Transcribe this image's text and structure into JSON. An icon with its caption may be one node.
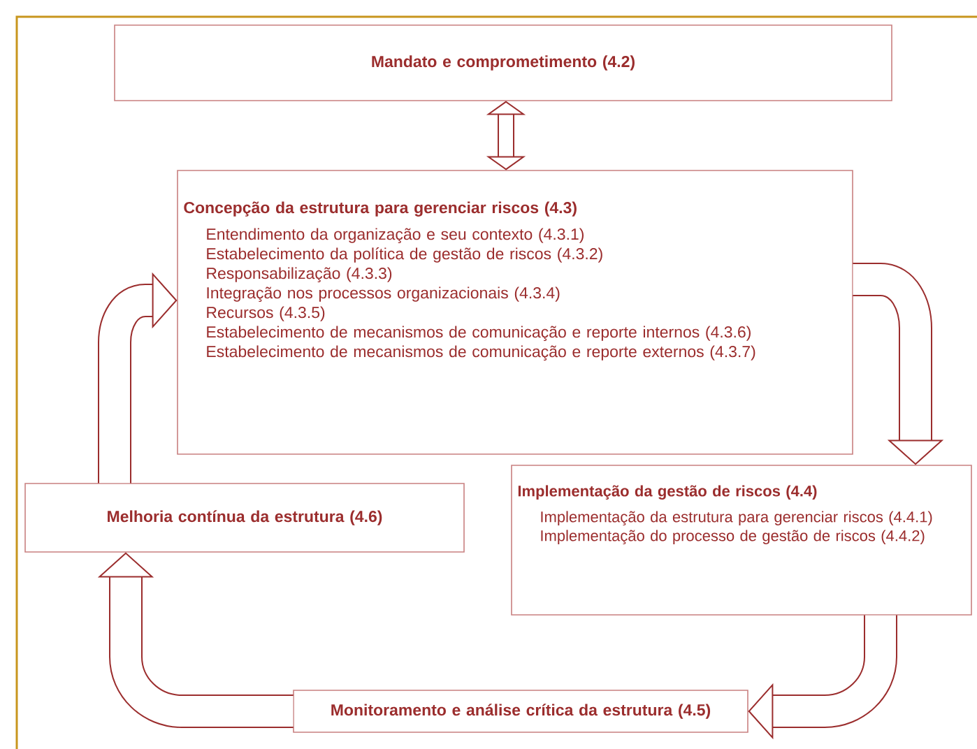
{
  "diagram": {
    "nodes": [
      {
        "text": [
          "Mandato e comprometimento (4.2)"
        ]
      },
      {
        "text": [
          "Concepção da estrutura para gerenciar riscos (4.3)",
          "Entendimento da organização e seu contexto (4.3.1)",
          "Estabelecimento da política de gestão de riscos (4.3.2)",
          "Responsabilização (4.3.3)",
          "Integração nos processos organizacionais (4.3.4)",
          "Recursos (4.3.5)",
          "Estabelecimento de mecanismos de comunicação e reporte internos (4.3.6)",
          "Estabelecimento de mecanismos de comunicação e reporte externos (4.3.7)"
        ]
      },
      {
        "text": [
          "Implementação da gestão de riscos (4.4)",
          "Implementação da estrutura para gerenciar riscos (4.4.1)",
          "Implementação do processo de gestão de riscos (4.4.2)"
        ]
      },
      {
        "text": [
          "Monitoramento e análise crítica da estrutura (4.5)"
        ]
      },
      {
        "text": [
          "Melhoria contínua da estrutura (4.6)"
        ]
      }
    ],
    "edges": [
      {
        "from": 0,
        "to": 1,
        "arrow": "both"
      },
      {
        "from": 1,
        "to": 2,
        "arrow": "to"
      },
      {
        "from": 2,
        "to": 3,
        "arrow": "to"
      },
      {
        "from": 3,
        "to": 4,
        "arrow": "to"
      },
      {
        "from": 4,
        "to": 1,
        "arrow": "to"
      }
    ]
  }
}
